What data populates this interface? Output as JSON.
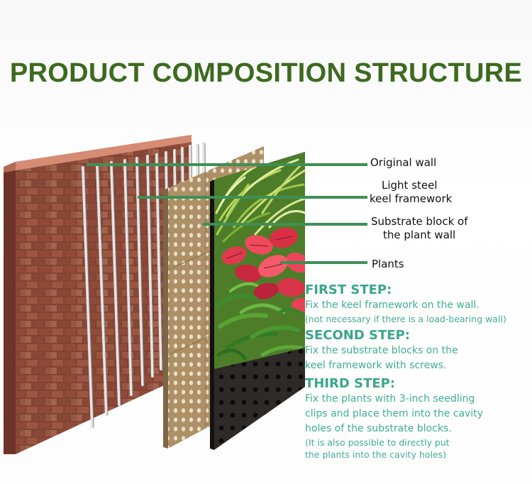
{
  "title": "PRODUCT COMPOSITION STRUCTURE",
  "labels": {
    "original_wall": "Original wall",
    "keel_line1": "Light steel",
    "keel_line2": "keel framework",
    "substrate_line1": "Substrate block of",
    "substrate_line2": "the plant wall",
    "plants": "Plants"
  },
  "steps": [
    {
      "heading": "FIRST STEP:",
      "text": "Fix the keel framework on the wall.",
      "note": "(not necessary if there is a load-bearing wall)"
    },
    {
      "heading": "SECOND STEP:",
      "text_line1": "Fix the substrate blocks on the",
      "text_line2": "keel framework with screws."
    },
    {
      "heading": "THIRD STEP:",
      "text_line1": "Fix the plants with 3-inch seedling",
      "text_line2": "clips and place them into the cavity",
      "text_line3": "holes of the substrate blocks.",
      "note_line1": "(It is also possible to directly put",
      "note_line2": "the plants into the cavity holes)"
    }
  ],
  "colors": {
    "title": "#3d6a1f",
    "leader_line": "#3f8f55",
    "step_text": "#3fae93",
    "brick": "#9a4e3c",
    "substrate": "#b89b70",
    "plant_red": "#e0394d",
    "plant_green": "#5a9a2e"
  }
}
